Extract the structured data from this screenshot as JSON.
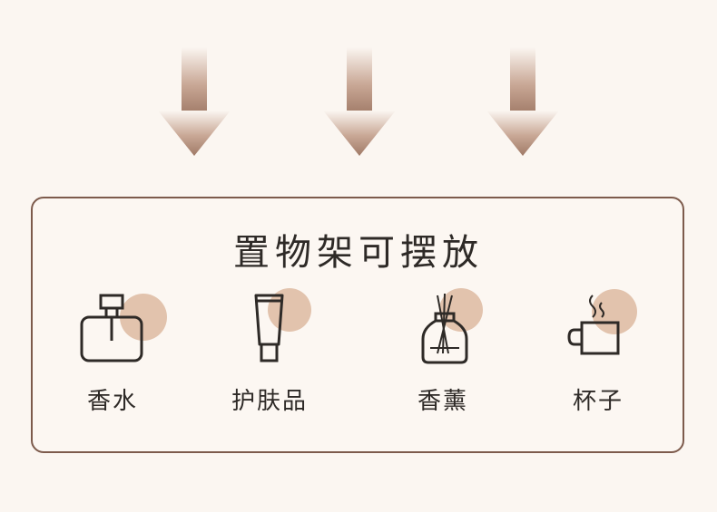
{
  "title": "置物架可摆放",
  "items": [
    {
      "label": "香水",
      "icon": "perfume-bottle-icon"
    },
    {
      "label": "护肤品",
      "icon": "skincare-tube-icon"
    },
    {
      "label": "香薰",
      "icon": "reed-diffuser-icon"
    },
    {
      "label": "杯子",
      "icon": "mug-icon"
    }
  ],
  "colors": {
    "background": "#fbf6f1",
    "border": "#7d5b4c",
    "accent_circle": "#e2c3ad",
    "arrow": "#a88371",
    "text": "#2e2a27"
  }
}
